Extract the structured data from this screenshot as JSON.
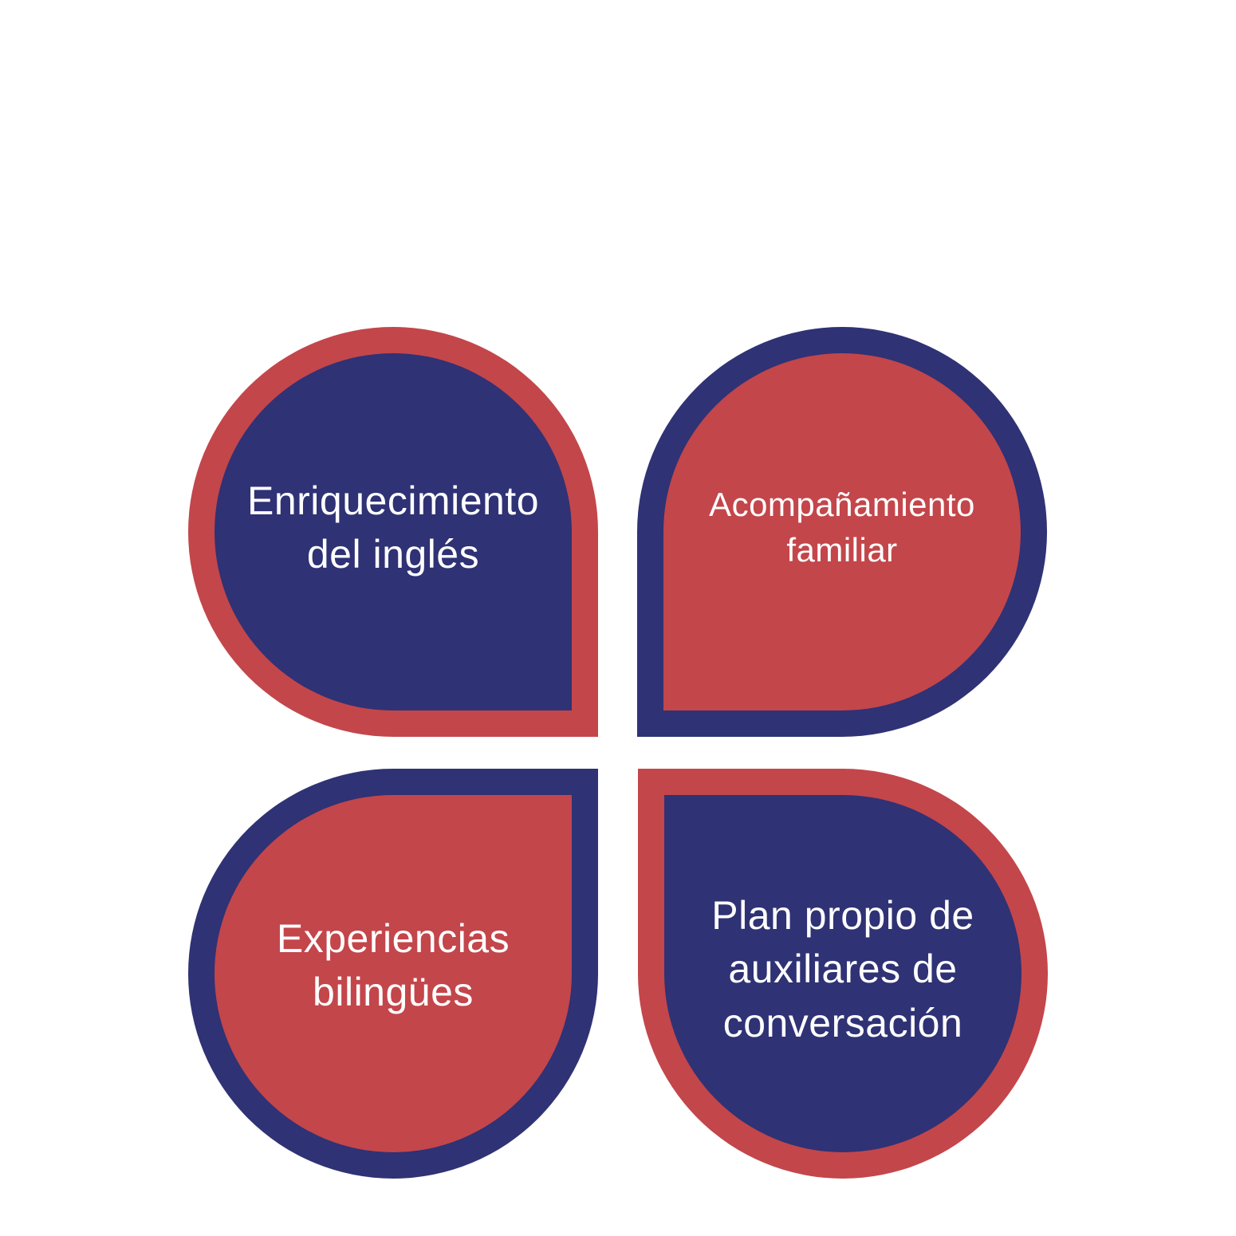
{
  "colors": {
    "red": "#c3464b",
    "navy": "#2f3274",
    "text": "#ffffff"
  },
  "petals": [
    {
      "label": "Enriquecimiento\ndel inglés",
      "outer": "#c3464b",
      "inner": "#2f3274"
    },
    {
      "label": "Acompañamiento\nfamiliar",
      "outer": "#2f3274",
      "inner": "#c3464b"
    },
    {
      "label": "Experiencias\nbilingües",
      "outer": "#2f3274",
      "inner": "#c3464b"
    },
    {
      "label": "Plan propio de\nauxiliares de\nconversación",
      "outer": "#c3464b",
      "inner": "#2f3274"
    }
  ]
}
